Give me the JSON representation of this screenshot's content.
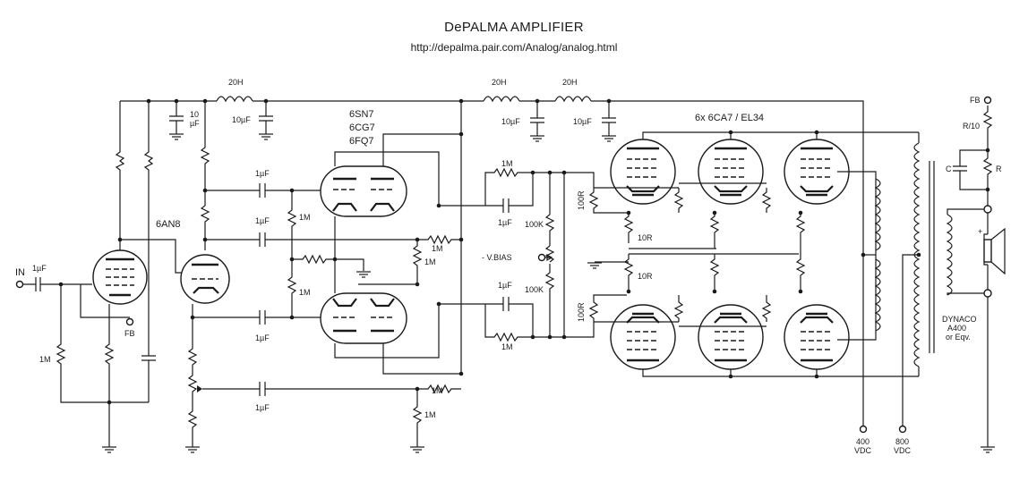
{
  "header": {
    "title": "DePALMA AMPLIFIER",
    "url": "http://depalma.pair.com/Analog/analog.html"
  },
  "labels": {
    "input": "IN",
    "input_cap": "1µF",
    "fb_input": "FB",
    "r_input": "1M",
    "tube_6an8": "6AN8",
    "tube_driver_line1": "6SN7",
    "tube_driver_line2": "6CG7",
    "tube_driver_line3": "6FQ7",
    "output_tubes": "6x  6CA7 / EL34",
    "choke_1": "20H",
    "choke_2": "20H",
    "choke_3": "20H",
    "cap_10uf_1_a": "10",
    "cap_10uf_1_b": "µF",
    "cap_10uf_2": "10µF",
    "cap_10uf_3": "10µF",
    "cap_10uf_4": "10µF",
    "cpl_top_1": "1µF",
    "cpl_top_2": "1µF",
    "cpl_bot_1": "1µF",
    "cpl_bot_2": "1µF",
    "r_grid_1m_a": "1M",
    "r_grid_1m_b": "1M",
    "r_load_top_1": "1M",
    "r_load_top_2": "1M",
    "r_load_bot_1": "1M",
    "r_load_bot_2": "1M",
    "out_cpl_top_r": "1M",
    "out_cpl_top_c": "1µF",
    "out_cpl_bot_c": "1µF",
    "out_cpl_bot_r": "1M",
    "bias_top": "100K",
    "bias_bot": "100K",
    "v_bias": "- V.BIAS",
    "stop_top": "100R",
    "stop_bot": "100R",
    "cath_top": "10R",
    "cath_bot": "10R",
    "fb_output": "FB",
    "r_div": "R/10",
    "c_fb": "C",
    "r_fb": "R",
    "plus": "+",
    "transformer_l1": "DYNACO",
    "transformer_l2": "A400",
    "transformer_l3": "or Eqv.",
    "supply_400_l1": "400",
    "supply_400_l2": "VDC",
    "supply_800_l1": "800",
    "supply_800_l2": "VDC"
  }
}
